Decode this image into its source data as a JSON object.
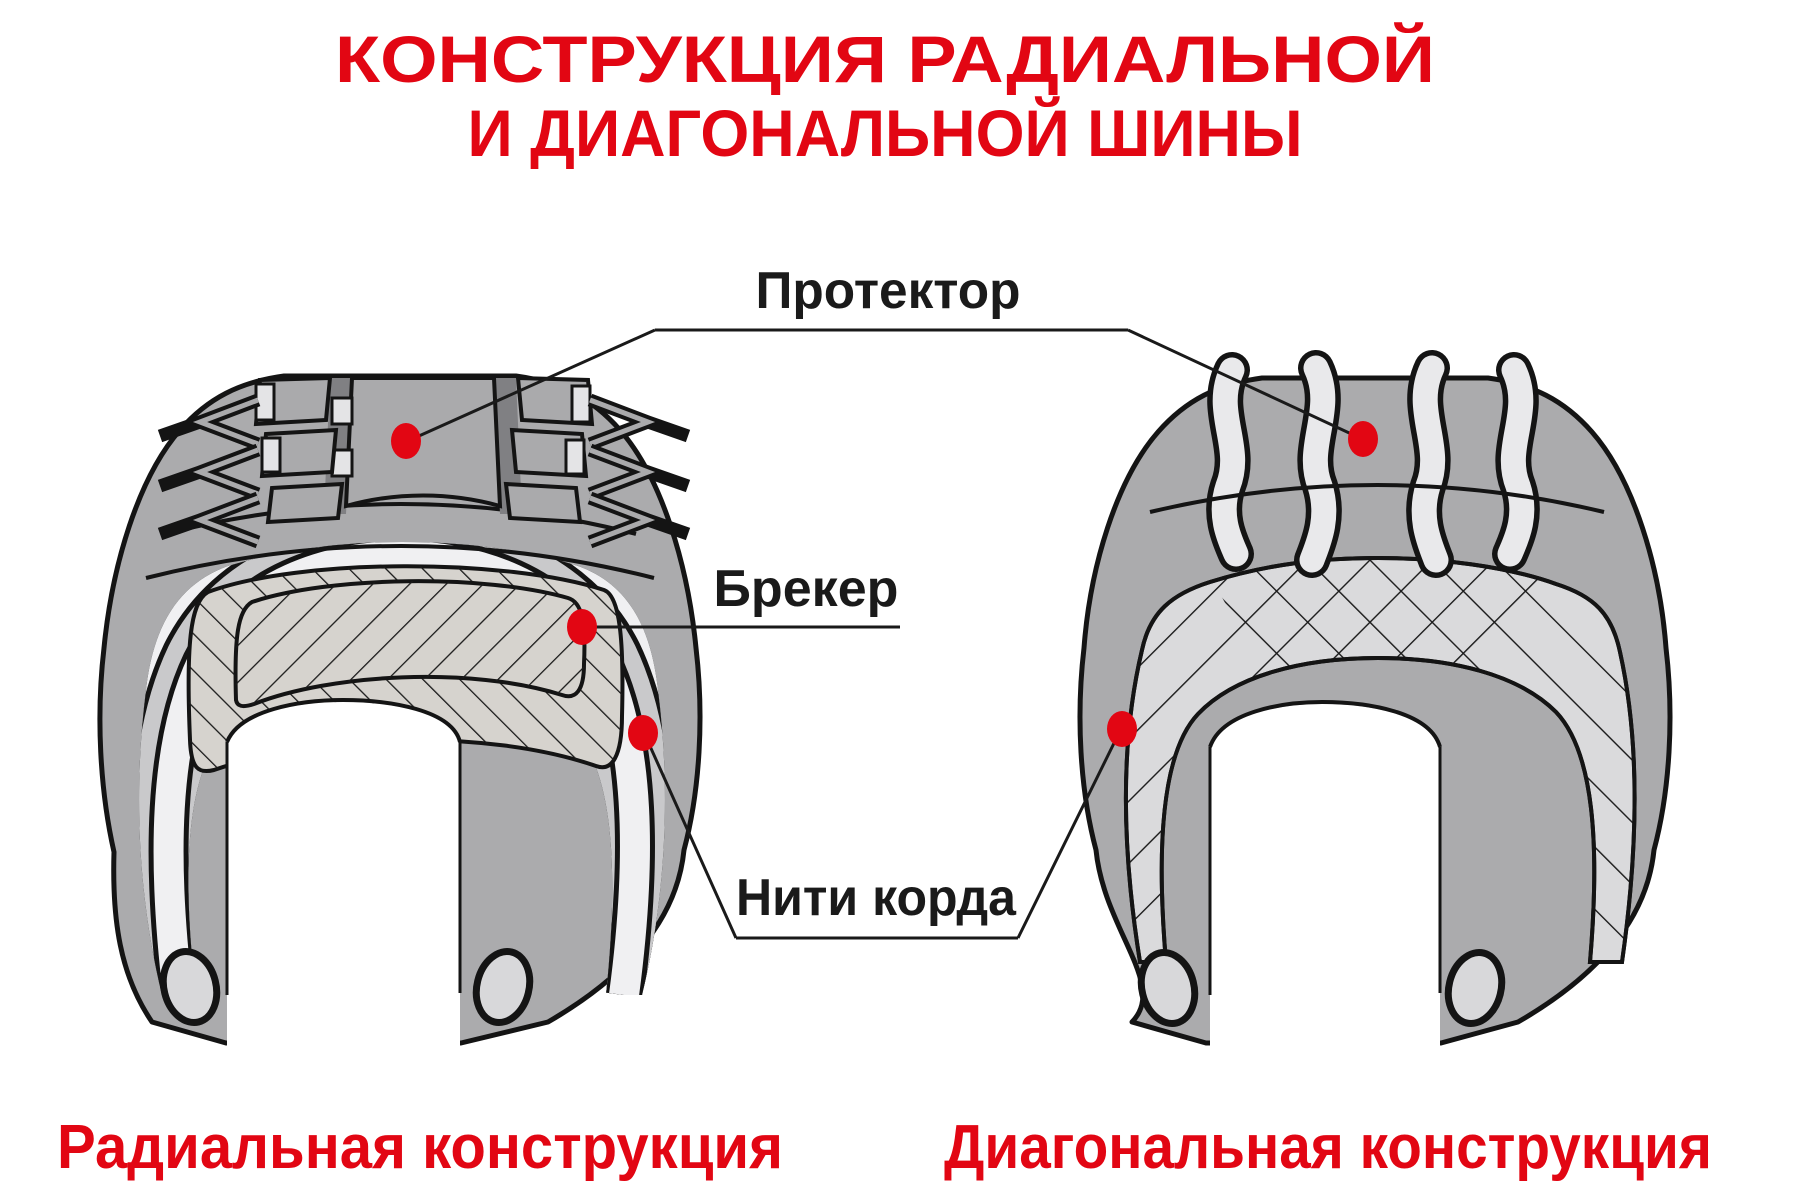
{
  "title": {
    "line1": "КОНСТРУКЦИЯ РАДИАЛЬНОЙ",
    "line2": "И ДИАГОНАЛЬНОЙ ШИНЫ"
  },
  "labels": {
    "tread": "Протектор",
    "breaker": "Брекер",
    "cords": "Нити корда"
  },
  "captions": {
    "left": "Радиальная конструкция",
    "right": "Диагональная конструкция"
  },
  "diagram": {
    "type": "tire-construction-comparison",
    "tires": [
      {
        "id": "radial",
        "caption": "Радиальная конструкция",
        "marked_parts": [
          "Протектор",
          "Брекер",
          "Нити корда"
        ]
      },
      {
        "id": "diagonal",
        "caption": "Диагональная конструкция",
        "marked_parts": [
          "Протектор",
          "Нити корда"
        ]
      }
    ],
    "marker_style": "red-dot-with-leader-line"
  },
  "colors": {
    "accent_red": "#e20613",
    "text_black": "#1a1a1a",
    "tire_body_gray": "#ababad",
    "ply_light": "#f0f0f2",
    "ply_gray": "#c9c9cb",
    "belt_beige": "#d6d3ce",
    "groove_light": "#e9e9eb",
    "background": "#ffffff"
  }
}
